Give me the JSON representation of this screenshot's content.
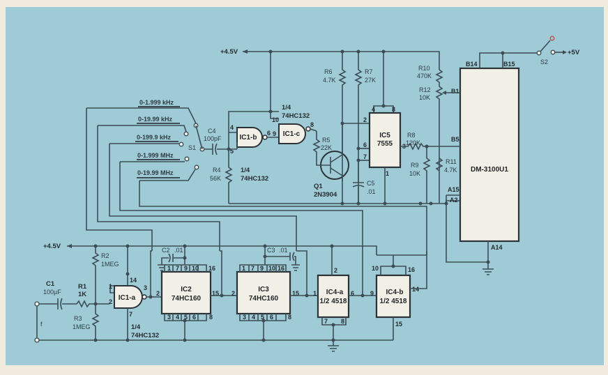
{
  "figure": {
    "type": "circuit schematic",
    "colors": {
      "background_page": "#f0ebdd",
      "panel": "#9fcbd7",
      "wire": "#3d4c55",
      "chip_fill": "#f2f0e6"
    }
  },
  "rails": {
    "top_supply": "+4.5V",
    "bottom_supply": "+4.5V",
    "external_supply": "+5V"
  },
  "range_switch": {
    "label": "S1",
    "ranges": [
      "0-1.999 kHz",
      "0-19.99 kHz",
      "0-199.9 kHz",
      "0-1.999 MHz",
      "0-19.99 MHz"
    ]
  },
  "power_switch": {
    "label": "S2"
  },
  "chips": {
    "ic2": {
      "name": "IC2",
      "part": "74HC160"
    },
    "ic3": {
      "name": "IC3",
      "part": "74HC160"
    },
    "ic4a": {
      "name": "IC4-a",
      "part": "1/2 4518"
    },
    "ic4b": {
      "name": "IC4-b",
      "part": "1/2 4518"
    },
    "ic5": {
      "name": "IC5",
      "part": "7555"
    },
    "dpm": {
      "name": "DM-3100U1"
    }
  },
  "gates": {
    "ic1a": {
      "name": "IC1-a",
      "fraction": "1/4",
      "part": "74HC132"
    },
    "ic1b": {
      "name": "IC1-b",
      "fraction": "1/4",
      "part": "74HC132"
    },
    "ic1c": {
      "name": "IC1-c",
      "fraction": "1/4",
      "part": "74HC132"
    }
  },
  "components": {
    "c1": {
      "ref": "C1",
      "value": "100µF"
    },
    "c2": {
      "ref": "C2",
      "value": ".01"
    },
    "c3": {
      "ref": "C3",
      "value": ".01"
    },
    "c4": {
      "ref": "C4",
      "value": "100pF"
    },
    "c5": {
      "ref": "C5",
      "value": ".01"
    },
    "r1": {
      "ref": "R1",
      "value": "1K"
    },
    "r2": {
      "ref": "R2",
      "value": "1MEG"
    },
    "r3": {
      "ref": "R3",
      "value": "1MEG"
    },
    "r4": {
      "ref": "R4",
      "value": "56K"
    },
    "r5": {
      "ref": "R5",
      "value": "22K"
    },
    "r6": {
      "ref": "R6",
      "value": "4.7K"
    },
    "r7": {
      "ref": "R7",
      "value": "27K"
    },
    "r8": {
      "ref": "R8",
      "value": "120K"
    },
    "r9": {
      "ref": "R9",
      "value": "10K"
    },
    "r10": {
      "ref": "R10",
      "value": "470K"
    },
    "r11": {
      "ref": "R11",
      "value": "4.7K"
    },
    "r12": {
      "ref": "R12",
      "value": "10K"
    },
    "q1": {
      "ref": "Q1",
      "value": "2N3904"
    }
  },
  "pins": {
    "ic2_top": [
      "1",
      "7",
      "9",
      "10",
      "16"
    ],
    "ic2_bottom": [
      "3",
      "4",
      "5",
      "6",
      "8"
    ],
    "ic2_in": "2",
    "ic2_out": "15",
    "ic3_top": [
      "1",
      "7",
      "9",
      "10",
      "16"
    ],
    "ic3_bottom": [
      "3",
      "4",
      "5",
      "6",
      "8"
    ],
    "ic3_in": "2",
    "ic3_out": "15",
    "ic4a_top": "2",
    "ic4a_in": "1",
    "ic4a_out": "6",
    "ic4a_bottom": [
      "7",
      "8"
    ],
    "ic4b_top": [
      "10",
      "16"
    ],
    "ic4b_in": "9",
    "ic4b_out": "14",
    "ic4b_bottom": "15",
    "ic5_top": [
      "4",
      "8"
    ],
    "ic5_left": [
      "2",
      "6",
      "7"
    ],
    "ic5_out": "3",
    "ic5_bottom": "1",
    "ic1a": [
      "1",
      "2",
      "3",
      "7",
      "14"
    ],
    "ic1b": [
      "4",
      "5",
      "6"
    ],
    "ic1c": [
      "10",
      "9",
      "8"
    ],
    "dpm": [
      "B14",
      "B15",
      "B1",
      "B5",
      "A15",
      "A2",
      "A14"
    ]
  },
  "input": {
    "label": "f"
  }
}
